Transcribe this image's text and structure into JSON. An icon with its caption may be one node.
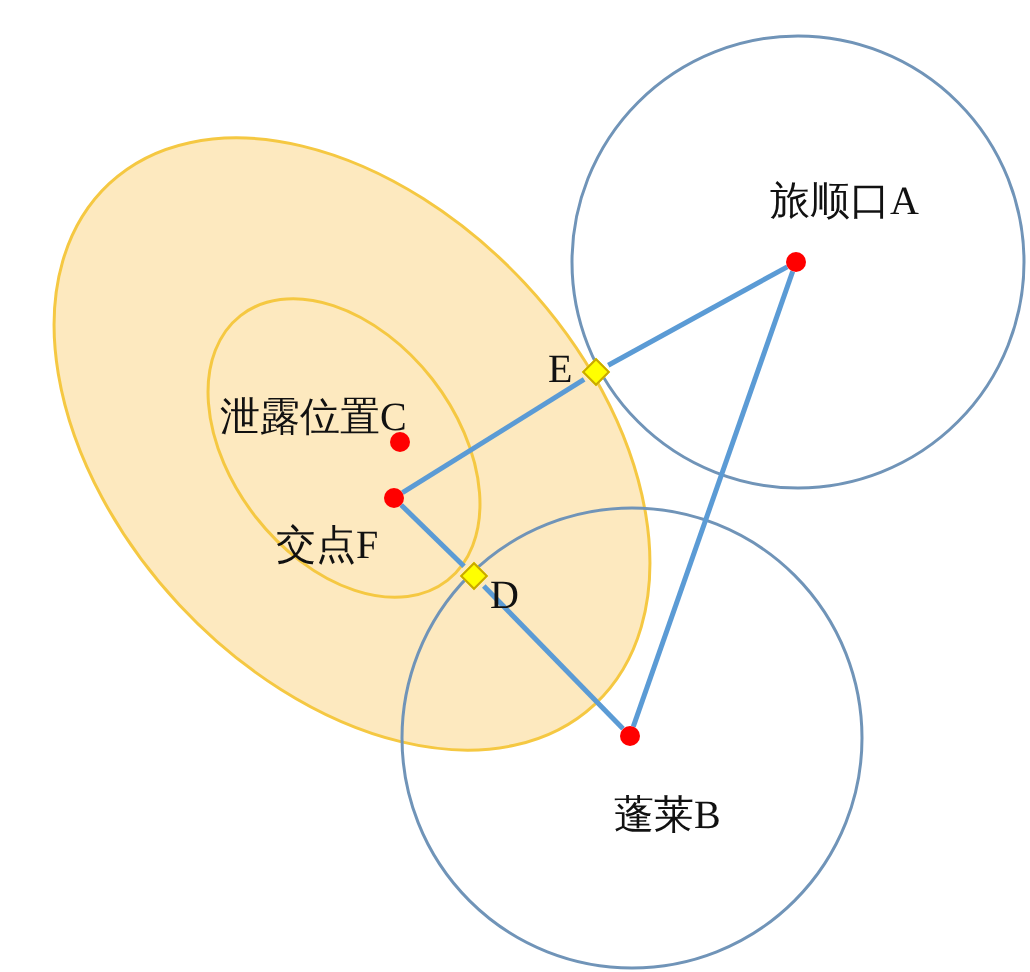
{
  "diagram": {
    "nodes": [
      {
        "text": [],
        "shape": "circle",
        "beside": [
          "旅顺口A"
        ]
      },
      {
        "text": [],
        "shape": "circle",
        "beside": [
          "蓬莱B"
        ]
      },
      {
        "text": [],
        "shape": "circle",
        "beside": [
          "泄露位置C"
        ]
      },
      {
        "text": [],
        "shape": "circle",
        "beside": [
          "交点F"
        ]
      },
      {
        "text": [],
        "shape": "diamond",
        "beside": [
          "E"
        ]
      },
      {
        "text": [],
        "shape": "diamond",
        "beside": [
          "D"
        ]
      }
    ],
    "edges": [
      {
        "from": 3,
        "to": 4,
        "arrow": "none"
      },
      {
        "from": 4,
        "to": 0,
        "arrow": "none"
      },
      {
        "from": 0,
        "to": 1,
        "arrow": "none"
      },
      {
        "from": 3,
        "to": 5,
        "arrow": "none"
      },
      {
        "from": 5,
        "to": 1,
        "arrow": "none"
      }
    ]
  }
}
